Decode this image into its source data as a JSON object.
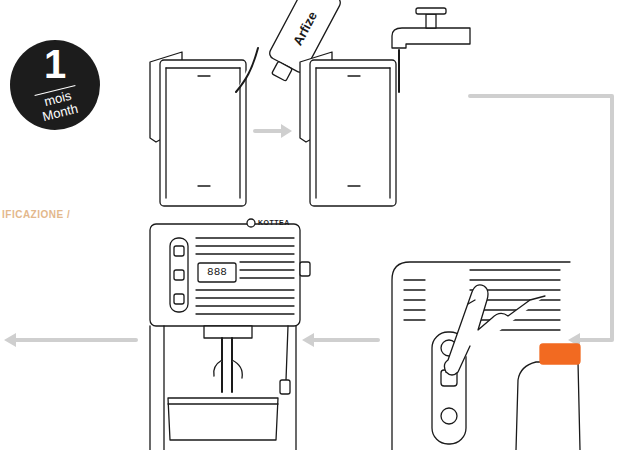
{
  "diagram": {
    "nodes": [
      {
        "text": [
          "1",
          "mois",
          "Month"
        ]
      }
    ],
    "labels": [
      "IFICAZIONE /",
      "Arfize",
      "KOTTEA",
      "888"
    ]
  }
}
